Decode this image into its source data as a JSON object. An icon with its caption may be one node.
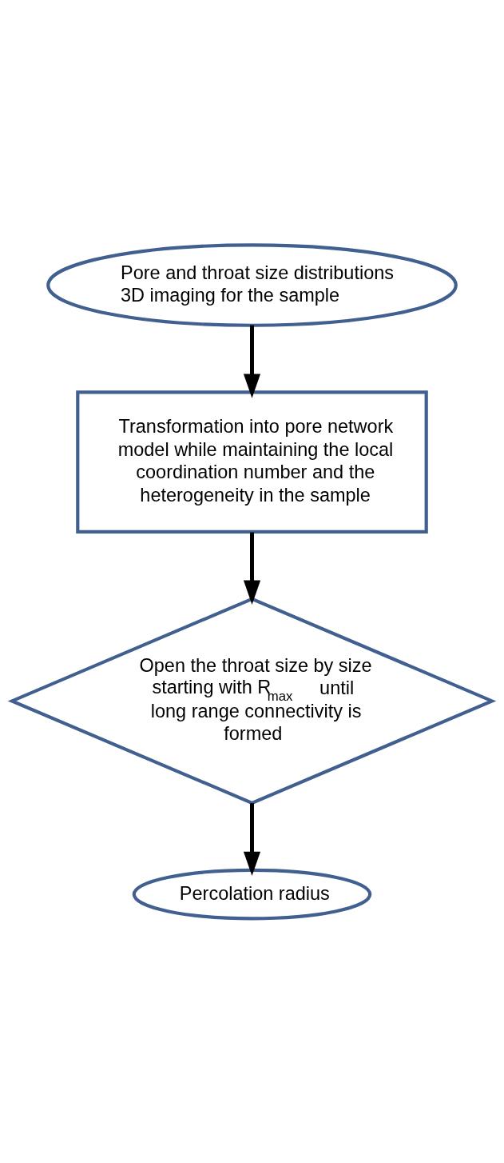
{
  "diagram": {
    "nodes": [
      {
        "text": [
          "Pore and throat size distributions",
          "3D imaging for the sample"
        ]
      },
      {
        "text": [
          "Transformation into pore network model while maintaining the local coordination number and the heterogeneity in the sample"
        ]
      },
      {
        "text": [
          "Open the throat size by size starting with R$_{max}$ until long range connectivity is formed"
        ]
      },
      {
        "text": [
          "Percolation radius"
        ]
      }
    ],
    "edges": [
      {
        "from": 0,
        "to": 1,
        "arrow": "to"
      },
      {
        "from": 1,
        "to": 2,
        "arrow": "to"
      },
      {
        "from": 2,
        "to": 3,
        "arrow": "to"
      }
    ]
  }
}
